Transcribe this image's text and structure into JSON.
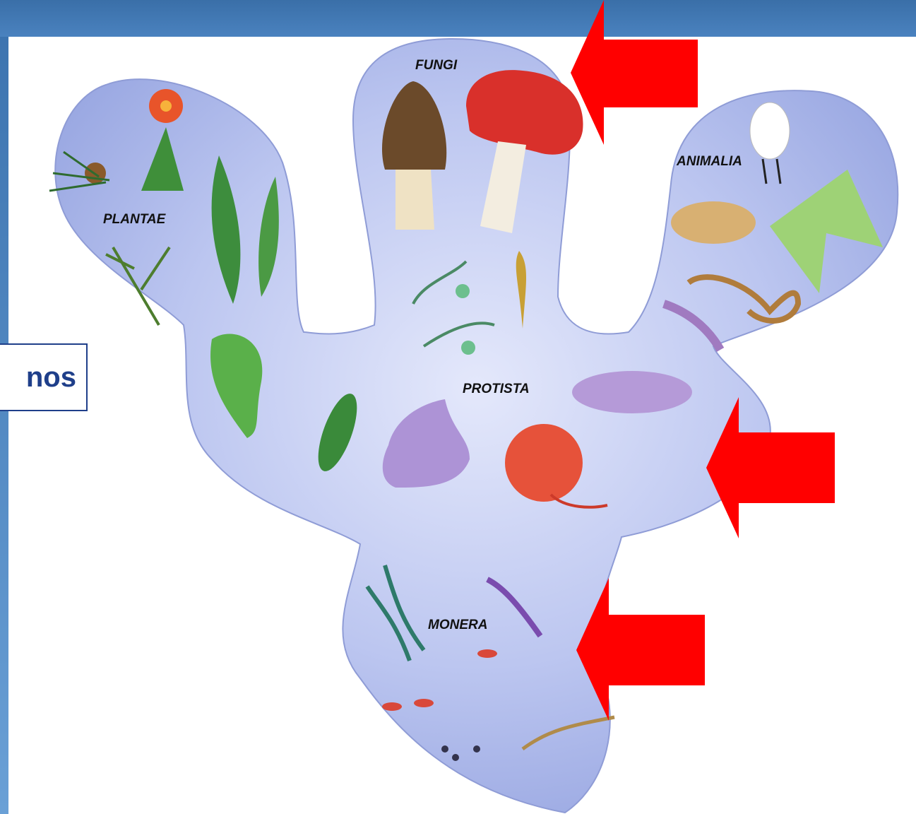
{
  "diagram": {
    "kingdoms": {
      "fungi": "FUNGI",
      "plantae": "PLANTAE",
      "animalia": "ANIMALIA",
      "protista": "PROTISTA",
      "monera": "MONERA"
    },
    "callout_text": "nos",
    "colors": {
      "body_fill": "#b9c3ee",
      "arrow": "#ff0000",
      "callout_border": "#1f3f8a",
      "background_band": "#3f78b4"
    },
    "arrows": [
      "pointing-left",
      "pointing-left",
      "pointing-left"
    ]
  }
}
